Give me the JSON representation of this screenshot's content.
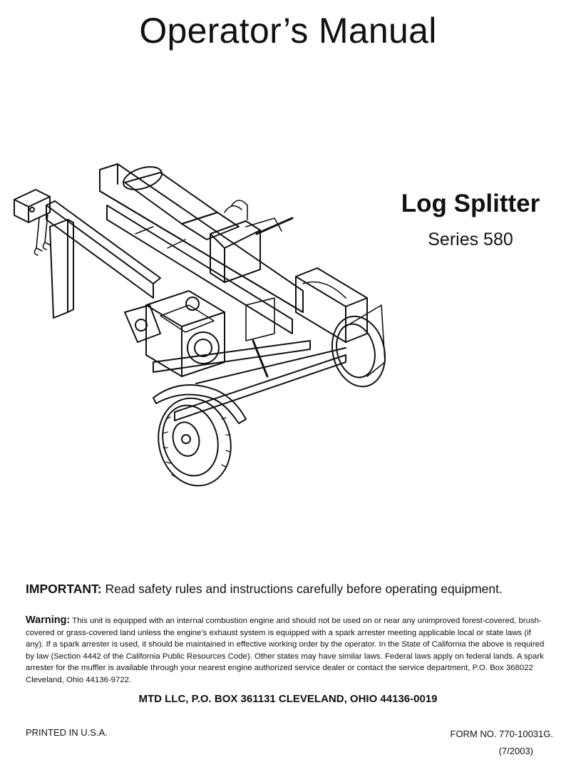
{
  "document": {
    "title": "Operator’s Manual",
    "product_name": "Log Splitter",
    "product_series": "Series 580",
    "important_label": "IMPORTANT:",
    "important_text": " Read safety rules and instructions carefully before operating equipment.",
    "warning_label": "Warning:",
    "warning_text": " This unit is equipped with an internal combustion engine and should not be used on or near any unimproved forest-covered, brush-covered or grass-covered land unless the engine’s exhaust system is equipped with a spark arrester meeting applicable local or state laws (if any). If a spark arrester is used, it should be maintained in effective working order by the operator. In the State of California the above is required by law (Section 4442 of the California Public Resources Code). Other states may have similar laws. Federal laws apply on federal lands. A spark arrester for the muffler is available through your nearest engine authorized service dealer or contact the service department, P.O. Box 368022 Cleveland, Ohio 44136-9722.",
    "company_address": "MTD LLC, P.O. BOX 361131 CLEVELAND, OHIO 44136-0019",
    "printed_in": "PRINTED IN U.S.A.",
    "form_number": "FORM NO. 770-10031G.",
    "form_date": "(7/2003)"
  }
}
